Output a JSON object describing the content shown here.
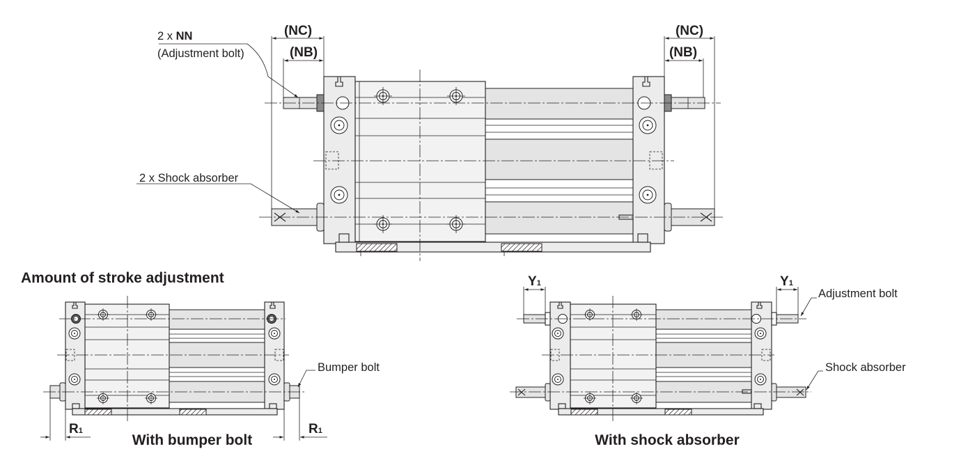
{
  "labels": {
    "nn_prefix": "2 x ",
    "nn": "NN",
    "adjustment_bolt_paren": "(Adjustment bolt)",
    "nc": "(NC)",
    "nb": "(NB)",
    "shock_absorber_2x": "2 x Shock absorber",
    "section_title": "Amount of stroke adjustment",
    "bumper_bolt": "Bumper bolt",
    "r1": "R",
    "r1_sub": "1",
    "with_bumper_bolt": "With bumper bolt",
    "y1": "Y",
    "y1_sub": "1",
    "adjustment_bolt": "Adjustment bolt",
    "shock_absorber": "Shock absorber",
    "with_shock_absorber": "With shock absorber"
  }
}
